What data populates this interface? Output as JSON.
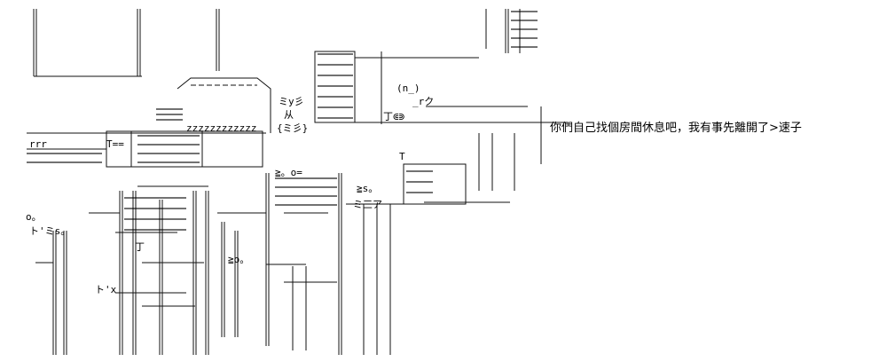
{
  "dialogue": {
    "line": "你們自己找個房間休息吧，我有事先離開了>速子"
  },
  "art": {
    "labels": {
      "face": "(n_)",
      "r_k": "_rク",
      "mi_y": "ミy彡",
      "cong": "从",
      "mi_mi": "{ミ彡}",
      "zigzag": "zzzzzzzzzzzz",
      "rrr": "rrr",
      "t_eq": "T== ",
      "t_bar": "T",
      "geq_o": "≧。o=",
      "geq_s": "≧s。",
      "mi_a": "ミ三ア",
      "o_dot": "o。",
      "to_mi_s": "ト'ミs。",
      "geq_o2": "≧o。",
      "to_x": "ト'x",
      "j_bar": "丁",
      "j_box": "丁⋐⋑"
    }
  }
}
